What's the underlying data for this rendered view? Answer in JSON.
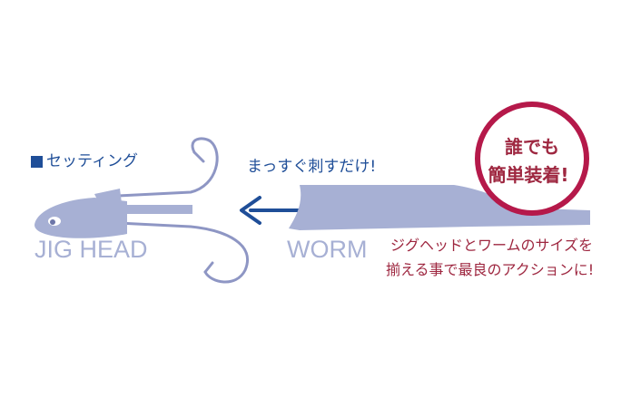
{
  "setting_label": "セッティング",
  "jig_head_label": "JIG HEAD",
  "worm_label": "WORM",
  "arrow_caption": "まっすぐ刺すだけ!",
  "badge": {
    "line1": "誰でも",
    "line2": "簡単装着!"
  },
  "description": {
    "line1": "ジグヘッドとワームのサイズを",
    "line2": "揃える事で最良のアクションに!"
  },
  "colors": {
    "navy": "#1f4e98",
    "lure": "#a7b0d4",
    "hook": "#8e96c4",
    "badge_ring": "#b5194a",
    "badge_text": "#9e2740"
  }
}
